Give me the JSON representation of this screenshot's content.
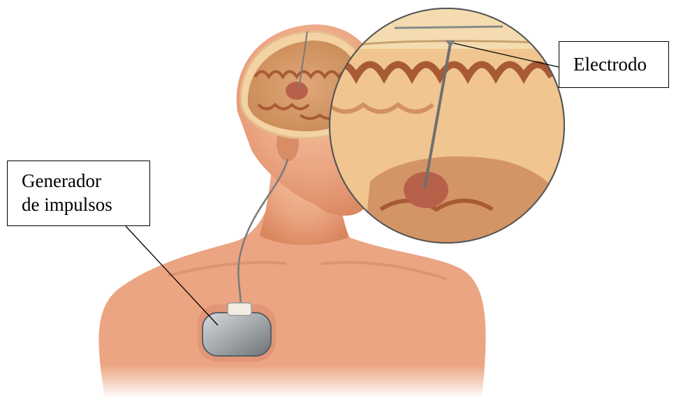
{
  "labels": {
    "electrode": "Electrodo",
    "generator_line1": "Generador",
    "generator_line2": "de impulsos"
  },
  "colors": {
    "skin": "#eba582",
    "skin_dark": "#c9754f",
    "brain": "#c98a55",
    "brain_fold": "#a85a35",
    "device": "#9ea3a8",
    "lead_wire": "#7a7a7a",
    "leader_line": "#000000",
    "callout_border": "#000000"
  },
  "icons": {
    "device": "pulse-generator-icon",
    "lead": "electrode-lead-icon"
  }
}
